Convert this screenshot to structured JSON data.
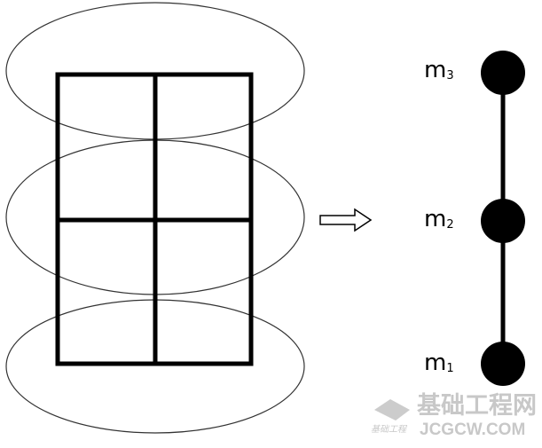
{
  "labels": {
    "m3": {
      "base": "m",
      "sub": "3"
    },
    "m2": {
      "base": "m",
      "sub": "2"
    },
    "m1": {
      "base": "m",
      "sub": "1"
    }
  },
  "watermark": {
    "cn": "基础工程网",
    "en": "JCGCW.COM",
    "small": "基础工程"
  }
}
